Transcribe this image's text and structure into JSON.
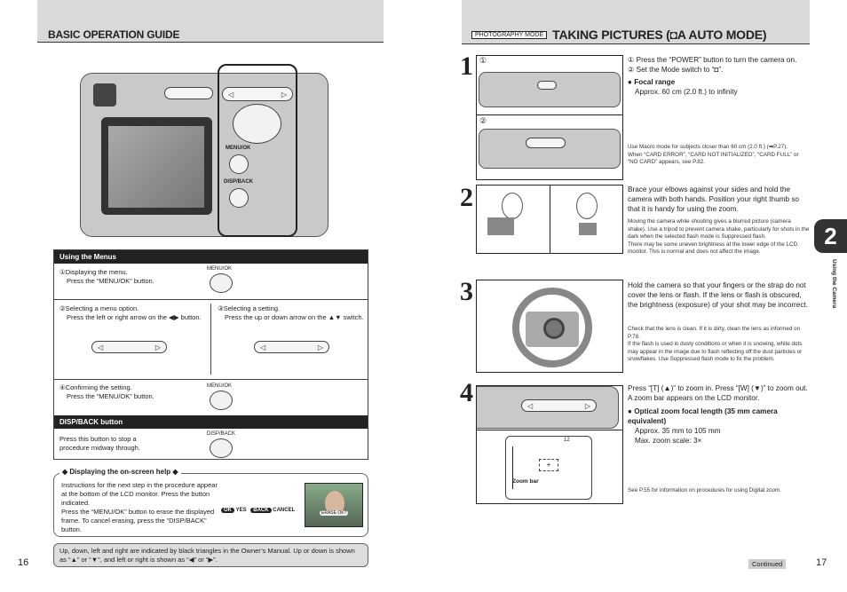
{
  "left": {
    "section_title": "BASIC OPERATION GUIDE",
    "camera_labels": {
      "menu_ok": "MENU/OK",
      "disp_back": "DISP/BACK"
    },
    "using_menus": {
      "title": "Using the Menus",
      "step1": {
        "line1": "①Displaying the menu.",
        "line2": "Press the “MENU/OK”  button.",
        "button": "MENU/OK"
      },
      "step2": {
        "line1": "②Selecting a menu option.",
        "line2": "Press the left or right arrow on the ◀▶ button."
      },
      "step3": {
        "line1": "③Selecting a setting.",
        "line2": "Press the up or down arrow on the ▲▼ switch."
      },
      "step4": {
        "line1": "④Confirming the setting.",
        "line2": "Press the “MENU/OK” button.",
        "button": "MENU/OK"
      }
    },
    "disp_back": {
      "title": "DISP/BACK button",
      "text": "Press this button to stop a procedure midway through.",
      "button": "DISP/BACK"
    },
    "help": {
      "title": "◆ Displaying the on-screen help ◆",
      "p1": "Instructions for the next step in the procedure appear at the bottom of the LCD monitor. Press the button indicated.",
      "p2": "Press the “MENU/OK” button to erase the displayed frame. To cancel erasing, press the “DISP/BACK” button.",
      "ok": "OK",
      "yes": "YES",
      "back": "BACK",
      "cancel": "CANCEL",
      "lcd_caption": "ERASE OK?"
    },
    "footnote": "Up, down, left and right are indicated by black triangles in the Owner’s Manual. Up or down is shown as “▲” or “▼”, and left or right is shown as “◀” or “▶”.",
    "page_number": "16"
  },
  "right": {
    "mode_tag": "PHOTOGRAPHY MODE",
    "title": "TAKING PICTURES (◘A AUTO MODE)",
    "steps": [
      {
        "num": "1",
        "sub1": "①",
        "sub2": "②",
        "lines": [
          "① Press the “POWER” button to turn the camera on.",
          "② Set the Mode switch to “◘”."
        ],
        "bullet_title": "● Focal range",
        "bullet_text": "Approx. 60 cm (2.0 ft.) to infinity",
        "notes": [
          "Use Macro mode for subjects closer than 60 cm (2.0 ft.) (➡P.27).",
          "When “CARD ERROR”, “CARD NOT INITIALIZED”, “CARD FULL” or “NO CARD” appears, see P.82."
        ]
      },
      {
        "num": "2",
        "text": "Brace your elbows against your sides and hold the camera with both hands. Position your right thumb so that it is handy for using the zoom.",
        "notes": [
          "Moving the camera while shooting gives a blurred picture (camera shake). Use a tripod to prevent camera shake, particularly for shots in the dark when the selected flash mode is Suppressed flash.",
          "There may be some uneven brightness at the lower edge of the LCD monitor. This is normal and does not affect the image."
        ]
      },
      {
        "num": "3",
        "text": "Hold the camera so that your fingers or the strap do not cover the lens or flash. If the lens or flash is obscured, the brightness (exposure) of your shot may be incorrect.",
        "notes": [
          "Check that the lens is clean. If it is dirty, clean the lens as informed on P.78.",
          "If the flash is used in dusty conditions or when it is snowing, white dots may appear in the image due to flash reflecting off the dust particles or snowflakes. Use Suppressed flash mode to fix the problem."
        ]
      },
      {
        "num": "4",
        "text": "Press “[T] (▲)” to zoom in.  Press “[W] (▼)” to zoom out. A zoom bar appears on the LCD monitor.",
        "bullet_title": "● Optical zoom focal length (35 mm camera equivalent)",
        "bullet_lines": [
          "Approx. 35 mm to 105 mm",
          "Max. zoom scale: 3×"
        ],
        "zoom_bar": "Zoom bar",
        "lcd_count": "12",
        "notes": [
          "See P.55 for information on procedures for using Digital zoom."
        ]
      }
    ],
    "chapter_number": "2",
    "chapter_title": "Using the Camera",
    "continued": "Continued",
    "page_number": "17"
  }
}
